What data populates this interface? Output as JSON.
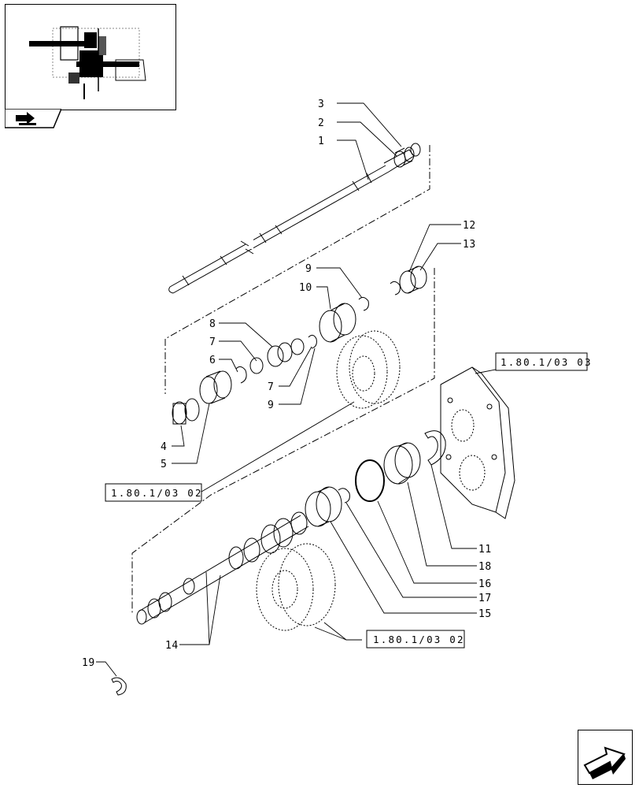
{
  "callouts": {
    "c1": "1",
    "c2": "2",
    "c3": "3",
    "c4": "4",
    "c5": "5",
    "c6": "6",
    "c7a": "7",
    "c7b": "7",
    "c8": "8",
    "c9a": "9",
    "c9b": "9",
    "c10": "10",
    "c11": "11",
    "c12": "12",
    "c13": "13",
    "c14": "14",
    "c15": "15",
    "c16": "16",
    "c17": "17",
    "c18": "18",
    "c19": "19"
  },
  "references": {
    "ref_top": "1.80.1/03 03",
    "ref_mid": "1.80.1/03 02",
    "ref_bottom": "1.80.1/03 02"
  },
  "icons": {
    "thumbnail": "assembly-locator-thumbnail",
    "tab": "book-arrow-icon",
    "nav": "next-page-arrow-icon"
  }
}
